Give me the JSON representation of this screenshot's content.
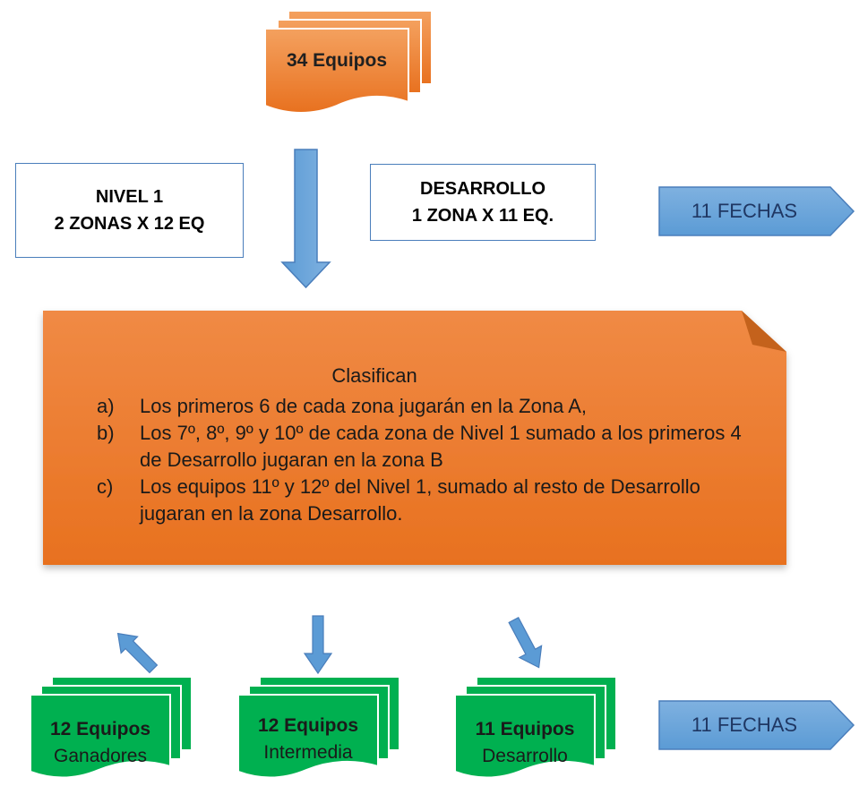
{
  "top_stack": {
    "title": "34 Equipos"
  },
  "nivel_box": {
    "line1": "NIVEL 1",
    "line2": "2 ZONAS X 12 EQ"
  },
  "desarrollo_box": {
    "line1": "DESARROLLO",
    "line2": "1 ZONA X 11 EQ."
  },
  "fechas_top": {
    "label": "11 FECHAS"
  },
  "note": {
    "title": "Clasifican",
    "items": [
      {
        "letter": "a)",
        "text": "Los primeros 6 de cada zona jugarán en la Zona A,"
      },
      {
        "letter": "b)",
        "text": "Los 7º, 8º, 9º y 10º  de cada zona de Nivel 1 sumado a los primeros 4 de Desarrollo jugaran en la zona B"
      },
      {
        "letter": "c)",
        "text": "Los equipos 11º y 12º del Nivel 1, sumado al resto de Desarrollo jugaran en la zona Desarrollo."
      }
    ]
  },
  "bottom_stacks": [
    {
      "count": "12 Equipos",
      "name": "Ganadores"
    },
    {
      "count": "12 Equipos",
      "name": "Intermedia"
    },
    {
      "count": "11 Equipos",
      "name": "Desarrollo"
    }
  ],
  "fechas_bottom": {
    "label": "11 FECHAS"
  },
  "colors": {
    "orange": "#ed7d31",
    "green": "#00b050",
    "blue": "#5b9bd5",
    "border": "#4a7ebb"
  }
}
